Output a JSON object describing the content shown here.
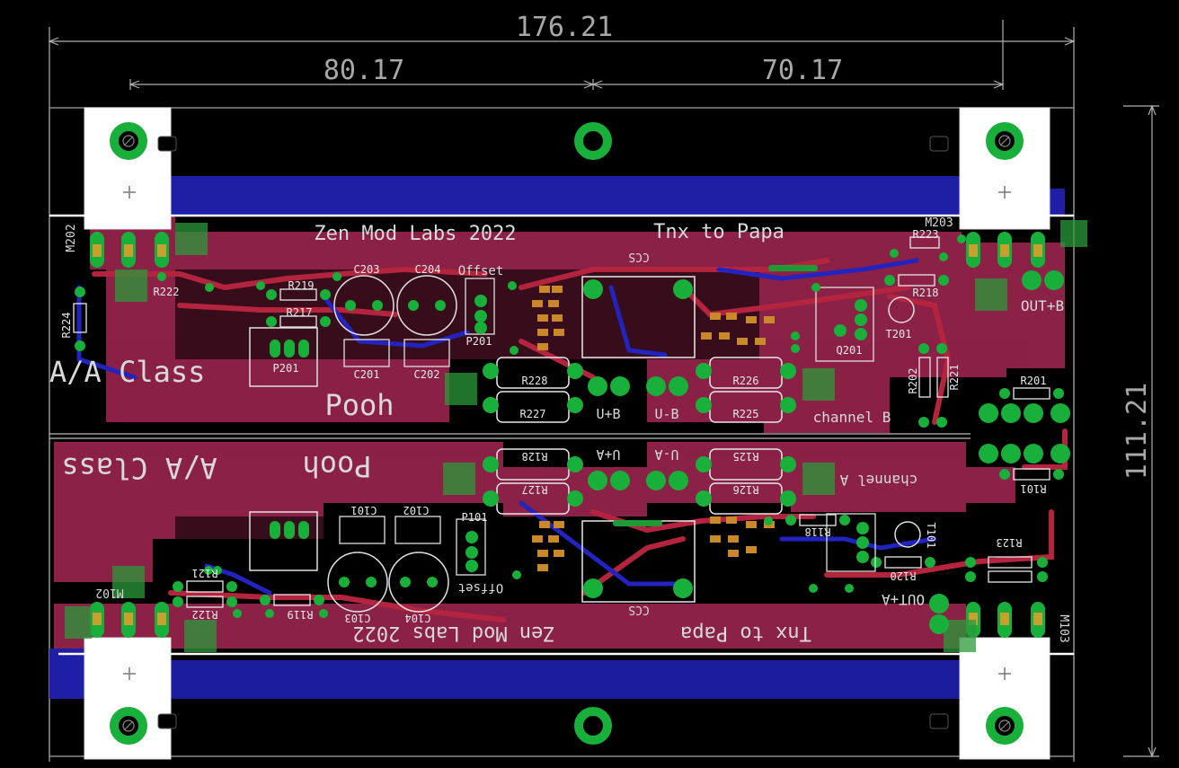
{
  "dimensions": {
    "overall_width": "176.21",
    "left_span": "80.17",
    "right_span": "70.17",
    "overall_height": "111.21"
  },
  "top_channel": {
    "brand": "Zen Mod Labs 2022",
    "thanks": "Tnx to Papa",
    "class_label": "A/A Class",
    "name": "Pooh",
    "channel": "channel B",
    "offset": "Offset",
    "ccs": "CCS",
    "out": "OUT+B",
    "rail_plus": "U+B",
    "rail_minus": "U-B",
    "mosfet_left": "M202",
    "mosfet_right": "M203"
  },
  "bottom_channel": {
    "brand": "Zen Mod Labs 2022",
    "thanks": "Tnx to Papa",
    "class_label": "A/A Class",
    "name": "Pooh",
    "channel": "channel A",
    "offset": "Offset",
    "ccs": "CCS",
    "out": "OUT+A",
    "rail_plus": "U+A",
    "rail_minus": "U-A",
    "mosfet_left": "M102",
    "mosfet_right": "M103"
  },
  "top_refs": {
    "r222": "R222",
    "r219": "R219",
    "r217": "R217",
    "r224": "R224",
    "r228": "R228",
    "r227": "R227",
    "r226": "R226",
    "r225": "R225",
    "r223": "R223",
    "r218": "R218",
    "r202": "R202",
    "r221": "R221",
    "r201": "R201",
    "c203": "C203",
    "c204": "C204",
    "c201": "C201",
    "c202": "C202",
    "p201": "P201",
    "p201b": "P201",
    "t201": "T201",
    "q201": "Q201"
  },
  "bottom_refs": {
    "r128": "R128",
    "r127": "R127",
    "r125": "R125",
    "r126": "R126",
    "r119": "R119",
    "r120": "R120",
    "r122": "R122",
    "r121": "R121",
    "r123": "R123",
    "r101": "R101",
    "r118": "R118",
    "c101": "C101",
    "c102": "C102",
    "c103": "C103",
    "c104": "C104",
    "p101": "P101",
    "t101": "T101"
  }
}
